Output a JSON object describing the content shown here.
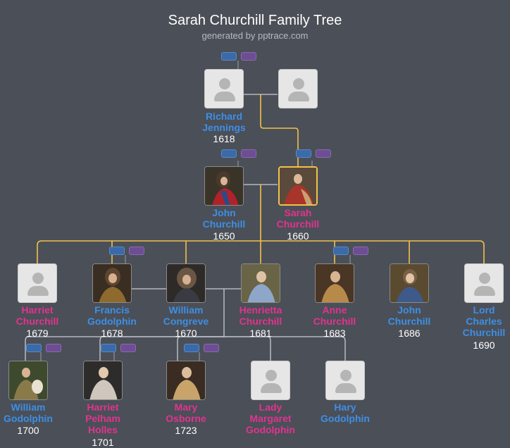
{
  "header": {
    "title": "Sarah Churchill Family Tree",
    "subtitle": "generated by pptrace.com"
  },
  "colors": {
    "background": "#4b4f57",
    "male": "#3d8fe6",
    "female": "#e2338f",
    "lineage": "#f1c24a",
    "connector": "#c9ccd2"
  },
  "people": [
    {
      "id": "richard",
      "name": [
        "Richard",
        "Jennings"
      ],
      "year": "1618",
      "gender": "male",
      "photo": false
    },
    {
      "id": "spouse-richard",
      "name": [],
      "year": "",
      "gender": "female",
      "photo": false
    },
    {
      "id": "john",
      "name": [
        "John",
        "Churchill"
      ],
      "year": "1650",
      "gender": "male",
      "photo": true
    },
    {
      "id": "sarah",
      "name": [
        "Sarah",
        "Churchill"
      ],
      "year": "1660",
      "gender": "female",
      "photo": true
    },
    {
      "id": "harriet",
      "name": [
        "Harriet",
        "Churchill"
      ],
      "year": "1679",
      "gender": "female",
      "photo": false
    },
    {
      "id": "francis",
      "name": [
        "Francis",
        "Godolphin"
      ],
      "year": "1678",
      "gender": "male",
      "photo": true
    },
    {
      "id": "william-c",
      "name": [
        "William",
        "Congreve"
      ],
      "year": "1670",
      "gender": "male",
      "photo": true
    },
    {
      "id": "henrietta",
      "name": [
        "Henrietta",
        "Churchill"
      ],
      "year": "1681",
      "gender": "female",
      "photo": true
    },
    {
      "id": "anne",
      "name": [
        "Anne",
        "Churchill"
      ],
      "year": "1683",
      "gender": "female",
      "photo": true
    },
    {
      "id": "john-jr",
      "name": [
        "John",
        "Churchill"
      ],
      "year": "1686",
      "gender": "male",
      "photo": true
    },
    {
      "id": "charles",
      "name": [
        "Lord",
        "Charles",
        "Churchill"
      ],
      "year": "1690",
      "gender": "male",
      "photo": false
    },
    {
      "id": "william-g",
      "name": [
        "William",
        "Godolphin"
      ],
      "year": "1700",
      "gender": "male",
      "photo": true
    },
    {
      "id": "harriet-ph",
      "name": [
        "Harriet",
        "Pelham",
        "Holles"
      ],
      "year": "1701",
      "gender": "female",
      "photo": true
    },
    {
      "id": "mary",
      "name": [
        "Mary",
        "Osborne"
      ],
      "year": "1723",
      "gender": "female",
      "photo": true
    },
    {
      "id": "margaret",
      "name": [
        "Lady",
        "Margaret",
        "Godolphin"
      ],
      "year": "",
      "gender": "female",
      "photo": false
    },
    {
      "id": "hary",
      "name": [
        "Hary",
        "Godolphin"
      ],
      "year": "",
      "gender": "male",
      "photo": false
    }
  ]
}
